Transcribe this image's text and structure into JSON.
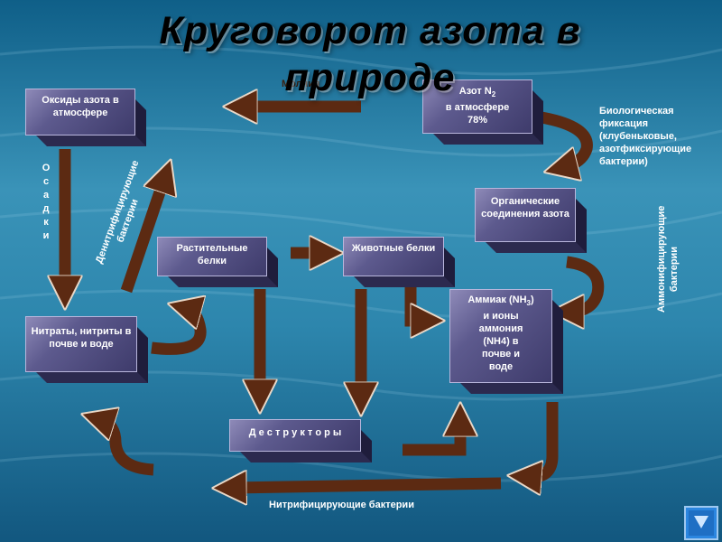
{
  "title": "Круговорот азота в природе",
  "boxes": {
    "oxides": "Оксиды азота в атмосфере",
    "n2_line1": "Азот N",
    "n2_sub": "2",
    "n2_line2": "в атмосфере",
    "n2_line3": "78%",
    "organic": "Органические соединения азота",
    "plant": "Растительные белки",
    "animal": "Животные белки",
    "ammonia_line1": "Аммиак (NH",
    "ammonia_sub": "3",
    "ammonia_line1_end": ")",
    "ammonia_rest": "и ионы аммония (NH4) в почве и воде",
    "nitrates": "Нитраты, нитриты в почве и воде",
    "decomposers": "Д е с т р у к т о р ы"
  },
  "labels": {
    "lightning": "Молния",
    "bio_fixation": "Биологическая фиксация (клубеньковые, азотфиксирующие бактерии)",
    "precipitation": "Осадки",
    "denitrifying": "Денитрифицирующие бактерии",
    "ammonifying": "Аммонифицирующие бактерии",
    "nitrifying": "Нитрифицирующие бактерии"
  },
  "colors": {
    "arrow": "#5c2a12",
    "box": "#5d5a8e",
    "background": "#1e6f95"
  },
  "icons": {
    "corner": "down-arrow-icon"
  }
}
